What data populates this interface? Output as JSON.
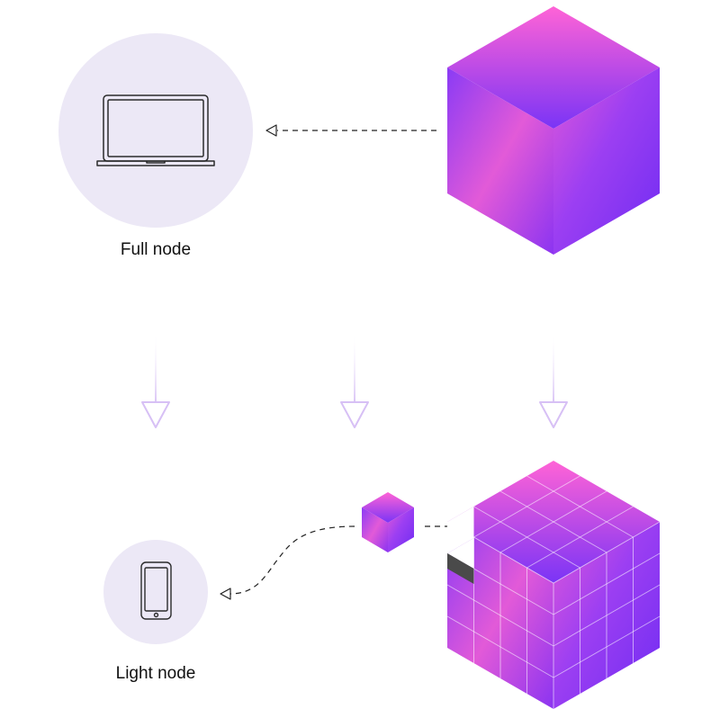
{
  "nodes": {
    "full_node": {
      "label": "Full node",
      "icon": "laptop-icon"
    },
    "light_node": {
      "label": "Light node",
      "icon": "smartphone-icon"
    }
  },
  "colors": {
    "circle_fill": "#ece8f6",
    "cube_pink": "#ff5fd2",
    "cube_purple": "#7b2ff7",
    "arrow_light": "#d9c3f5",
    "dash": "#222222",
    "icon_stroke": "#2b2b2b",
    "notch_dark": "#1a1a1a"
  },
  "shapes": {
    "large_cube": "isometric-block-cube",
    "small_cube": "isometric-mini-block",
    "grid_cube": "segmented-block-cube-with-missing-corner"
  }
}
